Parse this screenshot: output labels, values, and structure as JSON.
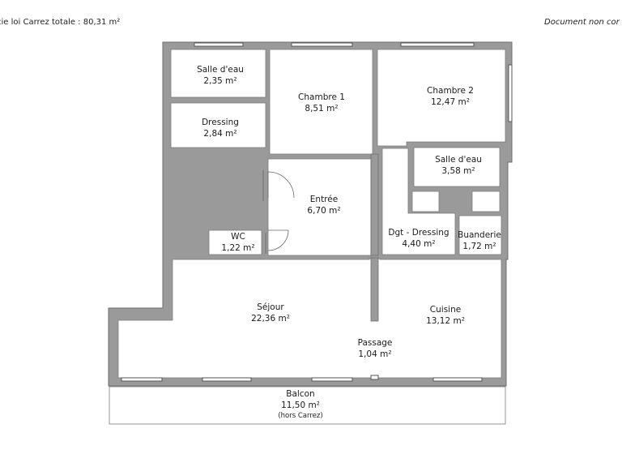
{
  "header": {
    "surface": "cie loi Carrez totale :  80,31 m²",
    "notice": "Document non cor"
  },
  "rooms": [
    {
      "name": "Salle d'eau",
      "area": "2,35 m²"
    },
    {
      "name": "Chambre 1",
      "area": "8,51 m²"
    },
    {
      "name": "Chambre 2",
      "area": "12,47 m²"
    },
    {
      "name": "Dressing",
      "area": "2,84 m²"
    },
    {
      "name": "Salle d'eau",
      "area": "3,58 m²"
    },
    {
      "name": "Entrée",
      "area": "6,70 m²"
    },
    {
      "name": "WC",
      "area": "1,22 m²"
    },
    {
      "name": "Dgt - Dressing",
      "area": "4,40 m²"
    },
    {
      "name": "Buanderie",
      "area": "1,72 m²"
    },
    {
      "name": "Séjour",
      "area": "22,36 m²"
    },
    {
      "name": "Cuisine",
      "area": "13,12 m²"
    },
    {
      "name": "Passage",
      "area": "1,04 m²"
    }
  ],
  "balcony": {
    "name": "Balcon",
    "area": "11,50 m²",
    "note": "(hors Carrez)"
  },
  "colors": {
    "wall": "#9a9a9a",
    "wall_edge": "#6e6e6e",
    "floor": "#ffffff",
    "window": "#555555"
  }
}
